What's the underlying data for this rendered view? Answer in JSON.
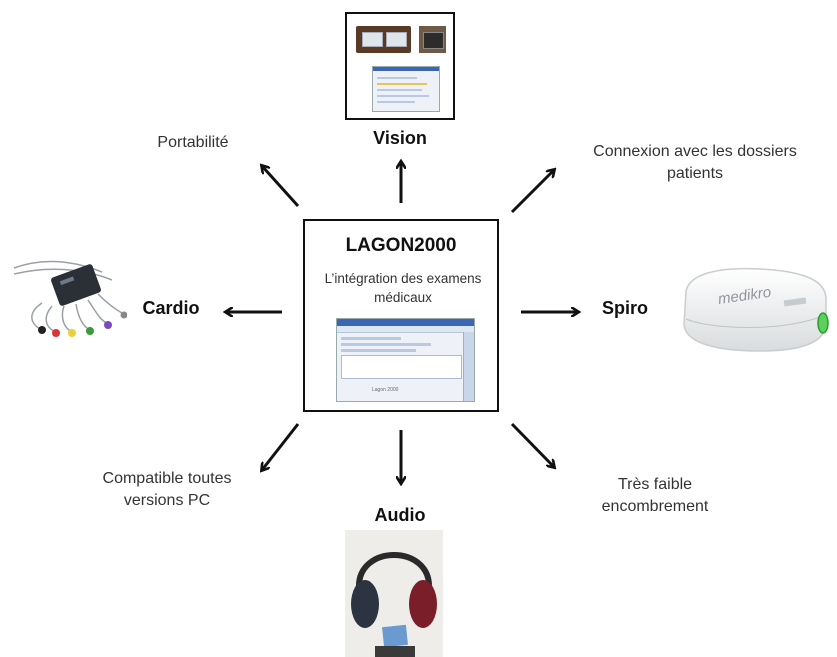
{
  "center": {
    "title": "LAGON2000",
    "subtitle": "L’intégration des examens médicaux"
  },
  "nodes": {
    "vision": "Vision",
    "cardio": "Cardio",
    "spiro": "Spiro",
    "audio": "Audio"
  },
  "features": {
    "portability": "Portabilité",
    "patient_records_line1": "Connexion avec les dossiers",
    "patient_records_line2": "patients",
    "compatibility_line1": "Compatible toutes",
    "compatibility_line2": "versions PC",
    "footprint_line1": "Très faible",
    "footprint_line2": "encombrement"
  },
  "devices": {
    "spiro_brand": "medikro",
    "center_screenshot_footer": "Lagon 2000"
  },
  "colors": {
    "arrow": "#111111",
    "box_border": "#111111",
    "text": "#333333"
  }
}
